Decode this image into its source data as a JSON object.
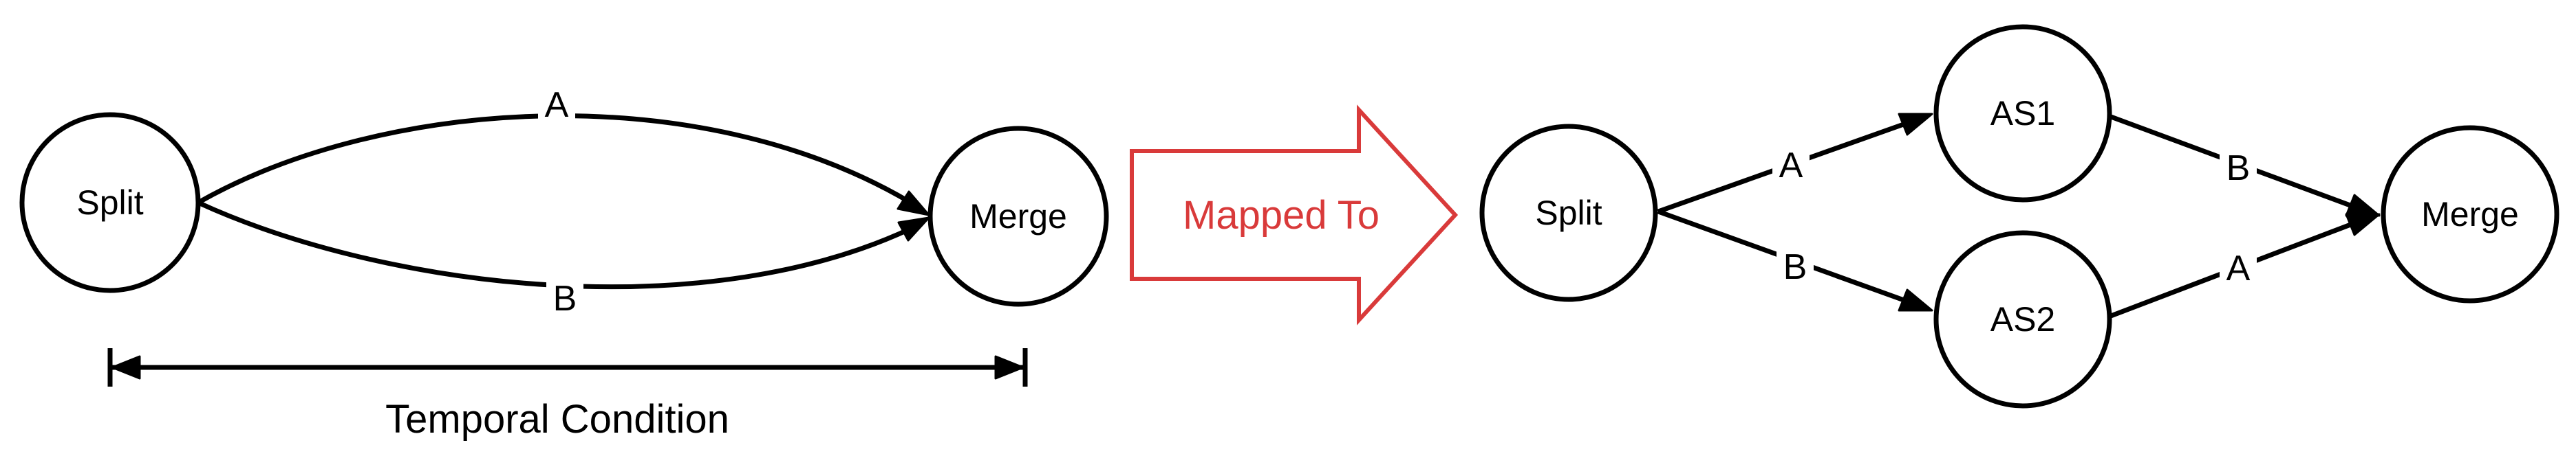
{
  "left": {
    "split_label": "Split",
    "merge_label": "Merge",
    "edge_top_label": "A",
    "edge_bottom_label": "B",
    "temporal_label": "Temporal Condition"
  },
  "transform": {
    "label": "Mapped To",
    "color": "#d93a3a"
  },
  "right": {
    "split_label": "Split",
    "as1_label": "AS1",
    "as2_label": "AS2",
    "merge_label": "Merge",
    "split_to_as1_label": "A",
    "split_to_as2_label": "B",
    "as1_to_merge_label": "B",
    "as2_to_merge_label": "A"
  }
}
